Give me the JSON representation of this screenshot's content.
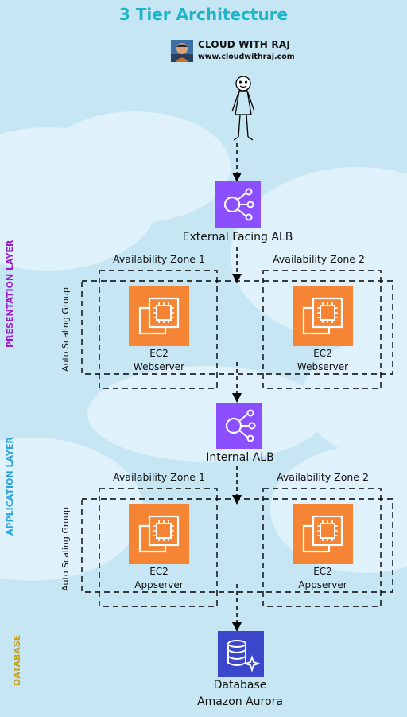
{
  "title": "3 Tier Architecture",
  "brand": {
    "name": "CLOUD WITH RAJ",
    "url": "www.cloudwithraj.com"
  },
  "layers": {
    "presentation": {
      "label": "PRESENTATION LAYER",
      "color": "#9b1fc9"
    },
    "application": {
      "label": "APPLICATION LAYER",
      "color": "#2ea4dc"
    },
    "database": {
      "label": "DATABASE",
      "color": "#c8a21c"
    }
  },
  "external_alb": {
    "label": "External Facing ALB"
  },
  "internal_alb": {
    "label": "Internal ALB"
  },
  "presentation_tier": {
    "az1": "Availability Zone 1",
    "az2": "Availability Zone 2",
    "asg": "Auto Scaling Group",
    "instances": [
      {
        "type": "EC2",
        "role": "Webserver"
      },
      {
        "type": "EC2",
        "role": "Webserver"
      }
    ]
  },
  "application_tier": {
    "az1": "Availability Zone 1",
    "az2": "Availability Zone 2",
    "asg": "Auto Scaling Group",
    "instances": [
      {
        "type": "EC2",
        "role": "Appserver"
      },
      {
        "type": "EC2",
        "role": "Appserver"
      }
    ]
  },
  "database": {
    "label": "Database",
    "engine": "Amazon Aurora"
  },
  "colors": {
    "alb": "#8c4fff",
    "ec2": "#f58534",
    "db": "#3b48cc"
  },
  "icons": {
    "user": "stick-figure-icon",
    "alb": "load-balancer-icon",
    "ec2": "ec2-chip-icon",
    "db": "aurora-database-icon"
  }
}
